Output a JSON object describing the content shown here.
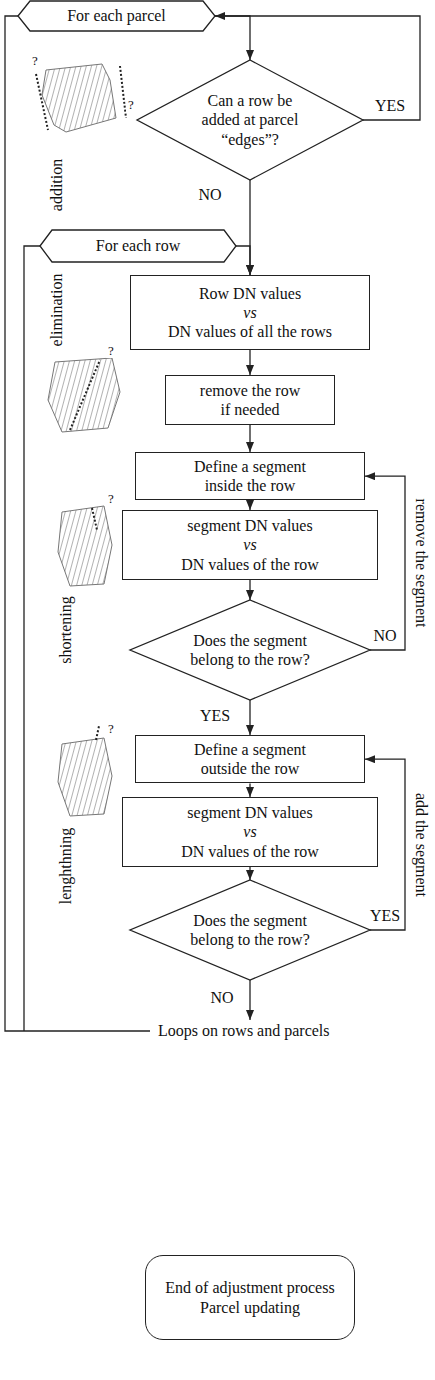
{
  "diagram": {
    "nodes": [
      {
        "text": [
          "For each parcel"
        ]
      },
      {
        "text": [
          "Can a row be added at parcel “edges”?"
        ]
      },
      {
        "text": [
          "For each row"
        ]
      },
      {
        "text": [
          "Row DN values",
          "vs",
          "DN values of all the rows"
        ]
      },
      {
        "text": [
          "remove the row if needed"
        ]
      },
      {
        "text": [
          "Define a segment inside the row"
        ]
      },
      {
        "text": [
          "segment DN values",
          "vs",
          "DN values of the row"
        ]
      },
      {
        "text": [
          "Does the segment belong to the row?"
        ]
      },
      {
        "text": [
          "Define a segment outside the row"
        ]
      },
      {
        "text": [
          "segment DN values",
          "vs",
          "DN values of the row"
        ]
      },
      {
        "text": [
          "Does the segment belong to the row?"
        ]
      },
      {
        "text": [
          "End of adjustment process",
          "Parcel updating"
        ]
      }
    ],
    "edges": [
      {
        "from": 0,
        "to": 1,
        "arrow": "to"
      },
      {
        "from": 1,
        "to": 0,
        "label": "YES",
        "arrow": "to"
      },
      {
        "from": 1,
        "to": 3,
        "label": "NO",
        "arrow": "to"
      },
      {
        "from": 2,
        "to": 3,
        "arrow": "to"
      },
      {
        "from": 3,
        "to": 4,
        "arrow": "to"
      },
      {
        "from": 4,
        "to": 5,
        "arrow": "to"
      },
      {
        "from": 5,
        "to": 6,
        "arrow": "to"
      },
      {
        "from": 6,
        "to": 7,
        "arrow": "to"
      },
      {
        "from": 7,
        "to": 5,
        "label": "NO",
        "arrow": "to"
      },
      {
        "from": 7,
        "to": 8,
        "label": "YES",
        "arrow": "to"
      },
      {
        "from": 8,
        "to": 9,
        "arrow": "to"
      },
      {
        "from": 9,
        "to": 10,
        "arrow": "to"
      },
      {
        "from": 10,
        "to": 8,
        "label": "YES",
        "arrow": "to"
      }
    ],
    "labels": [
      "addition",
      "?",
      "?",
      "elimination",
      "?",
      "shortening",
      "?",
      "lenghthning",
      "?",
      "remove the segment",
      "add the segment",
      "NO",
      "Loops on rows and parcels"
    ]
  }
}
